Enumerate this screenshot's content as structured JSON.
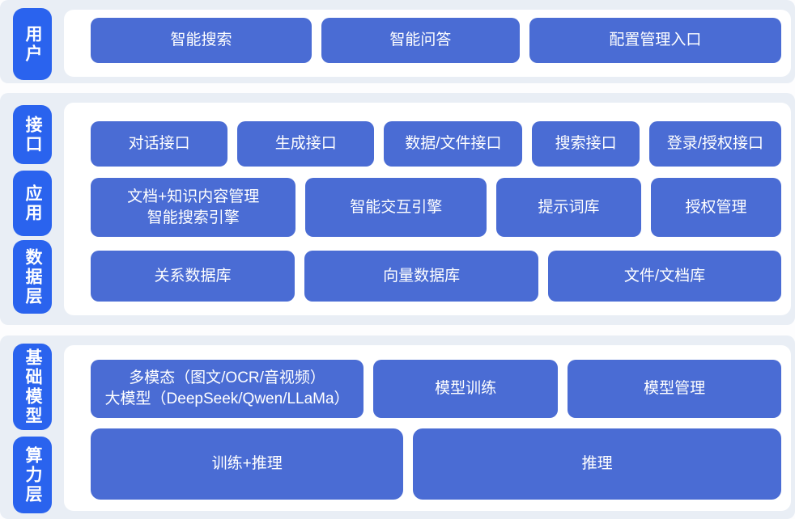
{
  "colors": {
    "layer_label_blue": "#2a63ee",
    "block_blue": "#4a6cd4",
    "band_bg": "#e9eef5",
    "panel_bg": "#ffffff",
    "page_bg": "#fdfdfe",
    "text_white": "#ffffff"
  },
  "layers": {
    "user": {
      "label": "用户"
    },
    "interface": {
      "label": "接口"
    },
    "application": {
      "label": "应用"
    },
    "data": {
      "label": "数据层"
    },
    "foundation_model": {
      "label": "基础模型"
    },
    "compute": {
      "label": "算力层"
    }
  },
  "blocks": {
    "smart_search": "智能搜索",
    "smart_qa": "智能问答",
    "config_entry": "配置管理入口",
    "dialog_api": "对话接口",
    "generation_api": "生成接口",
    "data_file_api": "数据/文件接口",
    "search_api": "搜索接口",
    "login_auth_api": "登录/授权接口",
    "doc_knowledge_engine": "文档+知识内容管理\n智能搜索引擎",
    "interaction_engine": "智能交互引擎",
    "prompt_library": "提示词库",
    "auth_mgmt": "授权管理",
    "relational_db": "关系数据库",
    "vector_db": "向量数据库",
    "file_doc_store": "文件/文档库",
    "multimodal_llm": "多模态（图文/OCR/音视频）\n大模型（DeepSeek/Qwen/LLaMa）",
    "model_training": "模型训练",
    "model_management": "模型管理",
    "training_inference": "训练+推理",
    "inference": "推理"
  }
}
